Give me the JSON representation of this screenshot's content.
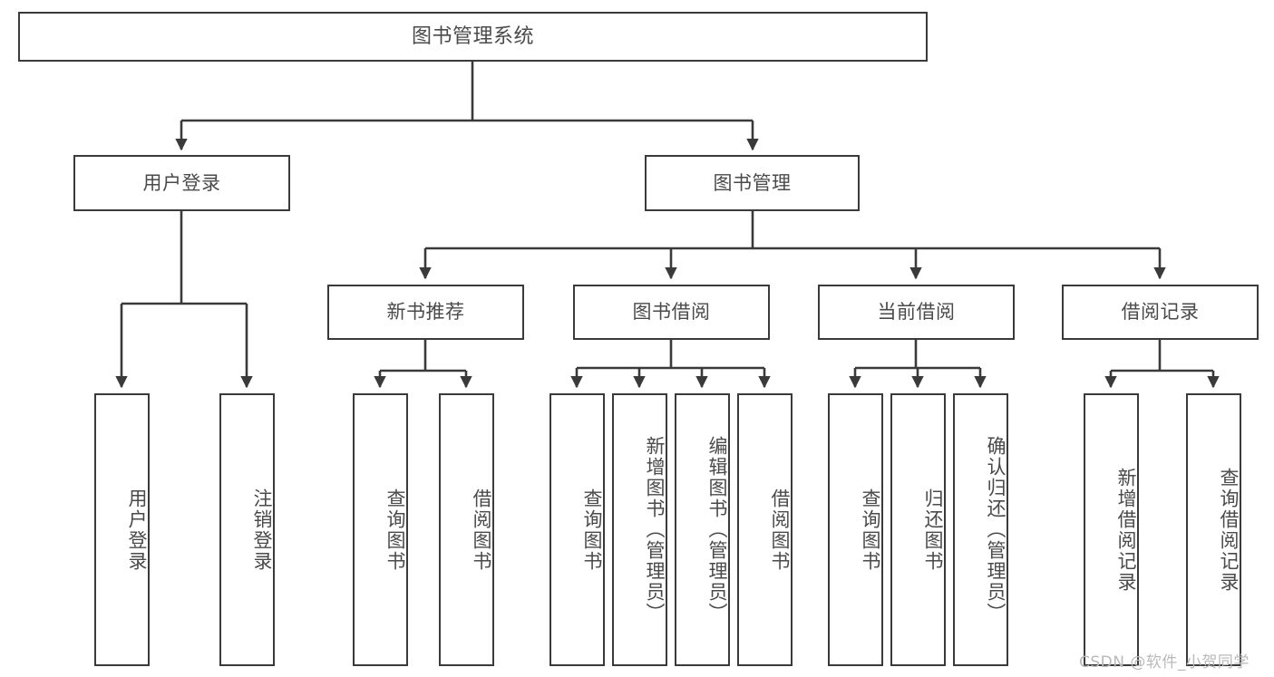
{
  "diagram": {
    "title": "图书管理系统",
    "type": "hierarchy-tree",
    "edge_color": "#3a3a3a",
    "box_border_color": "#3a3a3a",
    "text_color": "#4a4a4a",
    "background_color": "#ffffff"
  },
  "nodes": {
    "root": {
      "label": "图书管理系统"
    },
    "level2": [
      {
        "id": "user-login",
        "label": "用户登录"
      },
      {
        "id": "book-management",
        "label": "图书管理"
      }
    ],
    "level3": [
      {
        "id": "new-book-recommend",
        "label": "新书推荐"
      },
      {
        "id": "book-borrow",
        "label": "图书借阅"
      },
      {
        "id": "current-borrow",
        "label": "当前借阅"
      },
      {
        "id": "borrow-record",
        "label": "借阅记录"
      }
    ],
    "leaves": {
      "user_login": [
        {
          "id": "leaf-user-login",
          "label": "用户登录"
        },
        {
          "id": "leaf-logout-login",
          "label": "注销登录"
        }
      ],
      "new_book_recommend": [
        {
          "id": "leaf-query-book-1",
          "label": "查询图书"
        },
        {
          "id": "leaf-borrow-book-1",
          "label": "借阅图书"
        }
      ],
      "book_borrow": [
        {
          "id": "leaf-query-book-2",
          "label": "查询图书"
        },
        {
          "id": "leaf-add-book",
          "label": "新增图书（管理员）"
        },
        {
          "id": "leaf-edit-book",
          "label": "编辑图书（管理员）"
        },
        {
          "id": "leaf-borrow-book-2",
          "label": "借阅图书"
        }
      ],
      "current_borrow": [
        {
          "id": "leaf-query-book-3",
          "label": "查询图书"
        },
        {
          "id": "leaf-return-book",
          "label": "归还图书"
        },
        {
          "id": "leaf-confirm-return",
          "label": "确认归还（管理员）"
        }
      ],
      "borrow_record": [
        {
          "id": "leaf-add-borrow-record",
          "label": "新增借阅记录"
        },
        {
          "id": "leaf-query-borrow-record",
          "label": "查询借阅记录"
        }
      ]
    }
  },
  "watermark": {
    "text": "CSDN @软件_小贺同学"
  }
}
